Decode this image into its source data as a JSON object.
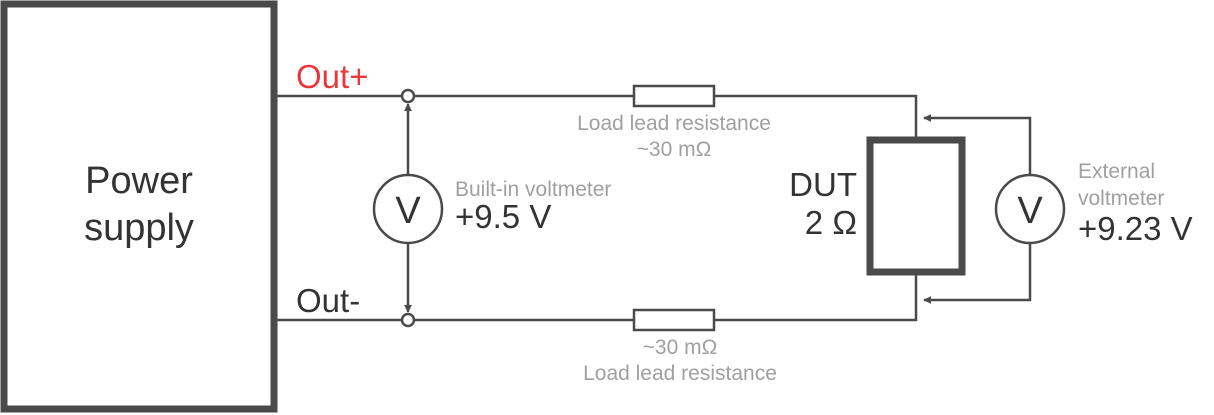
{
  "power_supply": {
    "line1": "Power",
    "line2": "supply"
  },
  "terminals": {
    "positive": "Out+",
    "negative": "Out-"
  },
  "top_resistor": {
    "line1": "Load lead resistance",
    "line2": "~30 mΩ"
  },
  "bottom_resistor": {
    "line1": "~30 mΩ",
    "line2": "Load lead resistance"
  },
  "builtin_voltmeter": {
    "symbol": "V",
    "label": "Built-in voltmeter",
    "value": "+9.5 V"
  },
  "dut": {
    "line1": "DUT",
    "line2": "2 Ω"
  },
  "external_voltmeter": {
    "symbol": "V",
    "line1": "External",
    "line2": "voltmeter",
    "value": "+9.23 V"
  },
  "colors": {
    "wire": "#4a4a4a",
    "positive_terminal": "#e8383d",
    "label_gray": "#a0a0a0",
    "text_dark": "#333333"
  }
}
